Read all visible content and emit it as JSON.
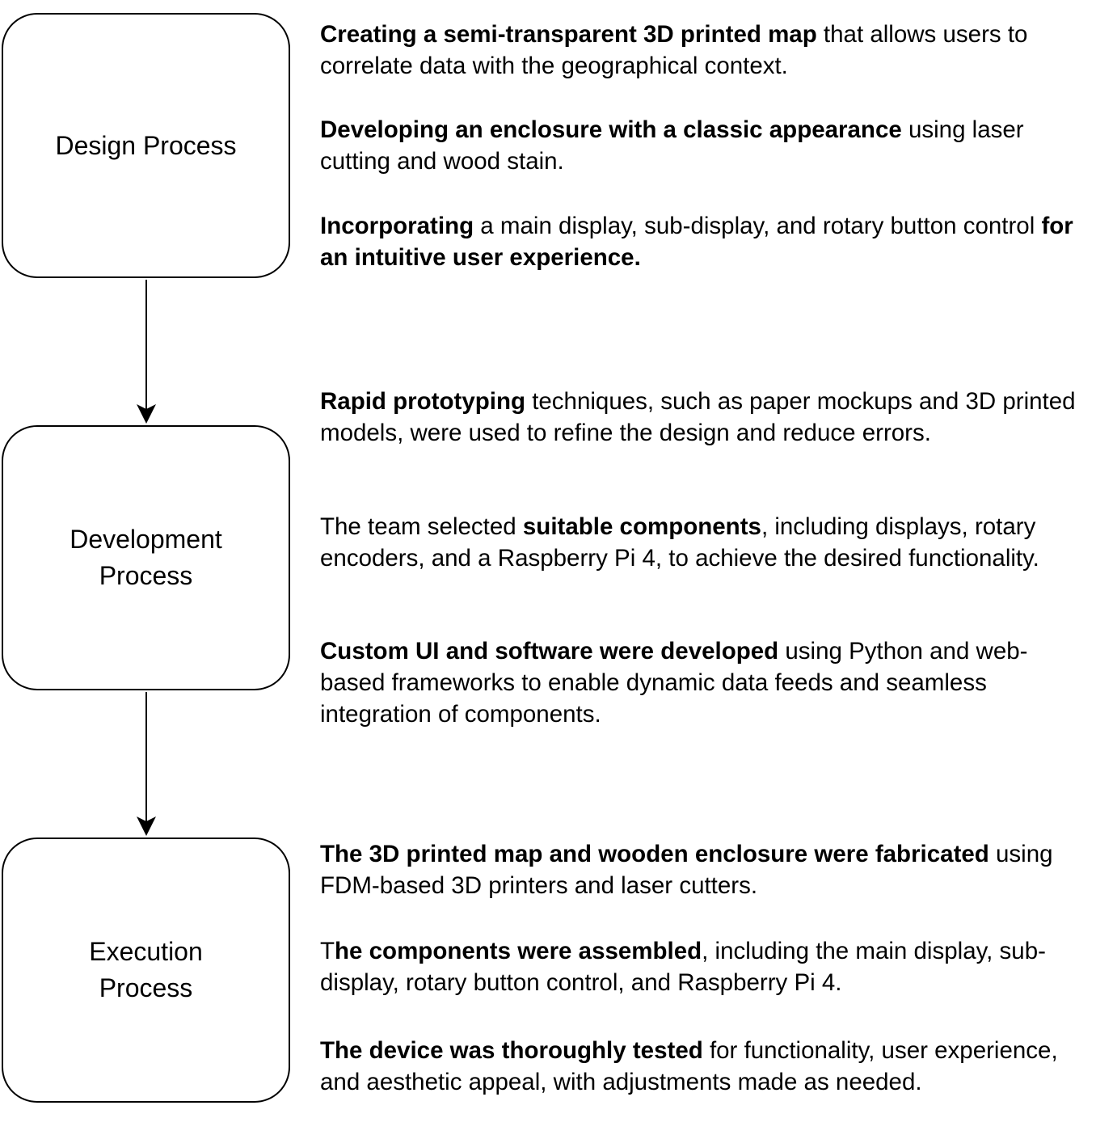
{
  "stages": [
    {
      "label": "Design Process",
      "points": [
        [
          {
            "b": "Creating a semi-transparent 3D printed map"
          },
          {
            "t": " that allows users to correlate data with the geographical context."
          }
        ],
        [
          {
            "b": "Developing an enclosure with a classic appearance"
          },
          {
            "t": " using laser cutting and wood stain."
          }
        ],
        [
          {
            "b": "Incorporating"
          },
          {
            "t": " a main display, sub-display, and rotary button control "
          },
          {
            "b": "for an intuitive user experience."
          }
        ]
      ]
    },
    {
      "label": "Development Process",
      "points": [
        [
          {
            "b": "Rapid prototyping"
          },
          {
            "t": " techniques, such as paper mockups and 3D printed models, were used to refine the design and reduce errors."
          }
        ],
        [
          {
            "t": "The team selected "
          },
          {
            "b": "suitable components"
          },
          {
            "t": ", including displays, rotary encoders, and a Raspberry Pi 4, to achieve the desired functionality."
          }
        ],
        [
          {
            "b": "Custom UI and software were developed"
          },
          {
            "t": " using Python and web-based frameworks to enable dynamic data feeds and seamless integration of components."
          }
        ]
      ]
    },
    {
      "label": "Execution Process",
      "points": [
        [
          {
            "b": "The 3D printed map and wooden enclosure were fabricated"
          },
          {
            "t": " using FDM-based 3D printers and laser cutters."
          }
        ],
        [
          {
            "t": "T"
          },
          {
            "b": "he components were assembled"
          },
          {
            "t": ", including the main display, sub-display, rotary button control, and Raspberry Pi 4."
          }
        ],
        [
          {
            "b": "The device was thoroughly tested"
          },
          {
            "t": " for functionality, user experience, and aesthetic appeal, with adjustments made as needed."
          }
        ]
      ]
    }
  ]
}
